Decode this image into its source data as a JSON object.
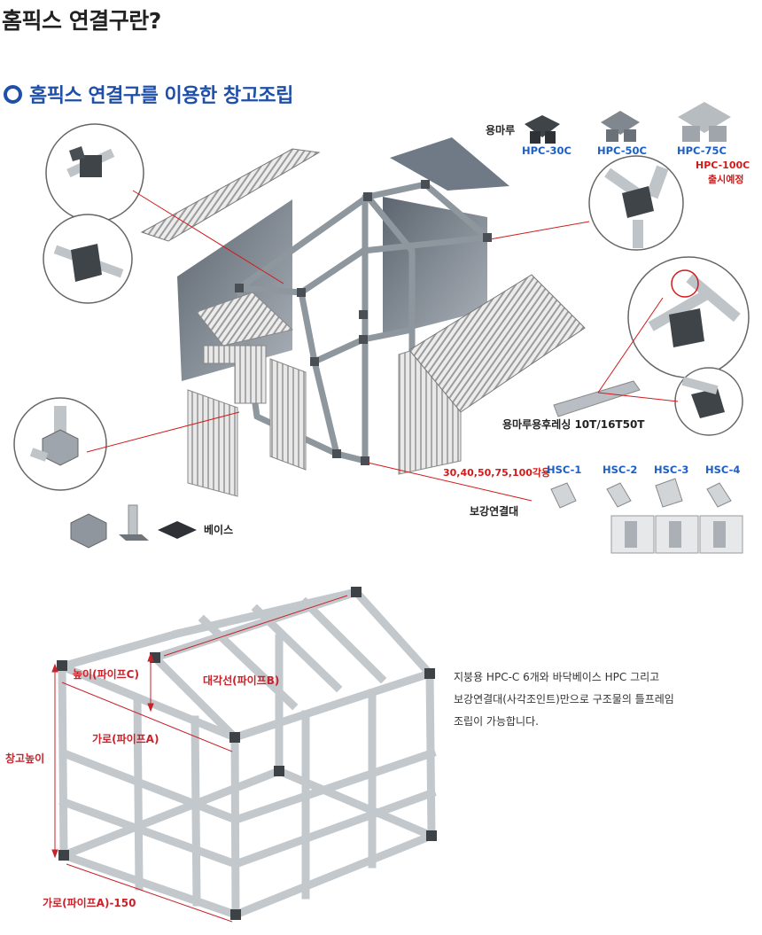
{
  "page_title": "홈픽스 연결구란?",
  "section_title": "홈픽스 연결구를 이용한 창고조립",
  "labels": {
    "ridge": "용마루",
    "ridge_flashing": "용마루용후레싱 10T/16T50T",
    "reinforcement": "보강연결대",
    "reinforcement_sizes": "30,40,50,75,100각용",
    "base": "베이스",
    "coming_soon_model": "HPC-100C",
    "coming_soon_note": "출시예정"
  },
  "hpc_models": [
    "HPC-30C",
    "HPC-50C",
    "HPC-75C"
  ],
  "hsc_models": [
    "HSC-1",
    "HSC-2",
    "HSC-3",
    "HSC-4"
  ],
  "dimensions": {
    "height_pipe_c": "높이(파이프C)",
    "diagonal_pipe_b": "대각선(파이프B)",
    "width_pipe_a": "가로(파이프A)",
    "warehouse_height": "창고높이",
    "width_pipe_a_minus": "가로(파이프A)-150"
  },
  "description": [
    "지붕용 HPC-C 6개와 바닥베이스 HPC 그리고",
    "보강연결대(사각조인트)만으로 구조물의 틀프레임",
    "조립이 가능합니다."
  ],
  "colors": {
    "accent": "#1f4fa8",
    "model_blue": "#1c5fc6",
    "warning_red": "#d21a1a",
    "dim_red": "#c8222a"
  }
}
